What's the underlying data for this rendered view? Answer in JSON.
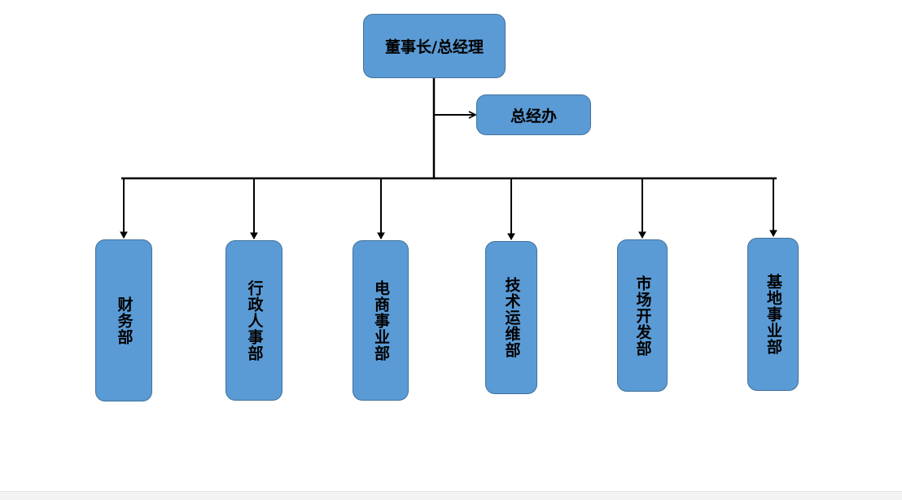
{
  "diagram": {
    "root": {
      "id": "chairman",
      "label": "董事长/总经理"
    },
    "office": {
      "id": "office",
      "label": "总经办"
    },
    "departments": [
      {
        "id": "finance",
        "label": "财务部"
      },
      {
        "id": "admin-hr",
        "label": "行政人事部"
      },
      {
        "id": "ecommerce",
        "label": "电商事业部"
      },
      {
        "id": "tech-ops",
        "label": "技术运维部"
      },
      {
        "id": "market-dev",
        "label": "市场开发部"
      },
      {
        "id": "base",
        "label": "基地事业部"
      }
    ],
    "edges": [
      {
        "from": "chairman",
        "to": "office"
      },
      {
        "from": "chairman",
        "to": "finance"
      },
      {
        "from": "chairman",
        "to": "admin-hr"
      },
      {
        "from": "chairman",
        "to": "ecommerce"
      },
      {
        "from": "chairman",
        "to": "tech-ops"
      },
      {
        "from": "chairman",
        "to": "market-dev"
      },
      {
        "from": "chairman",
        "to": "base"
      }
    ],
    "colors": {
      "node_fill": "#5b9bd5",
      "node_border": "#41719c",
      "connector": "#000000",
      "text": "#000000"
    }
  }
}
